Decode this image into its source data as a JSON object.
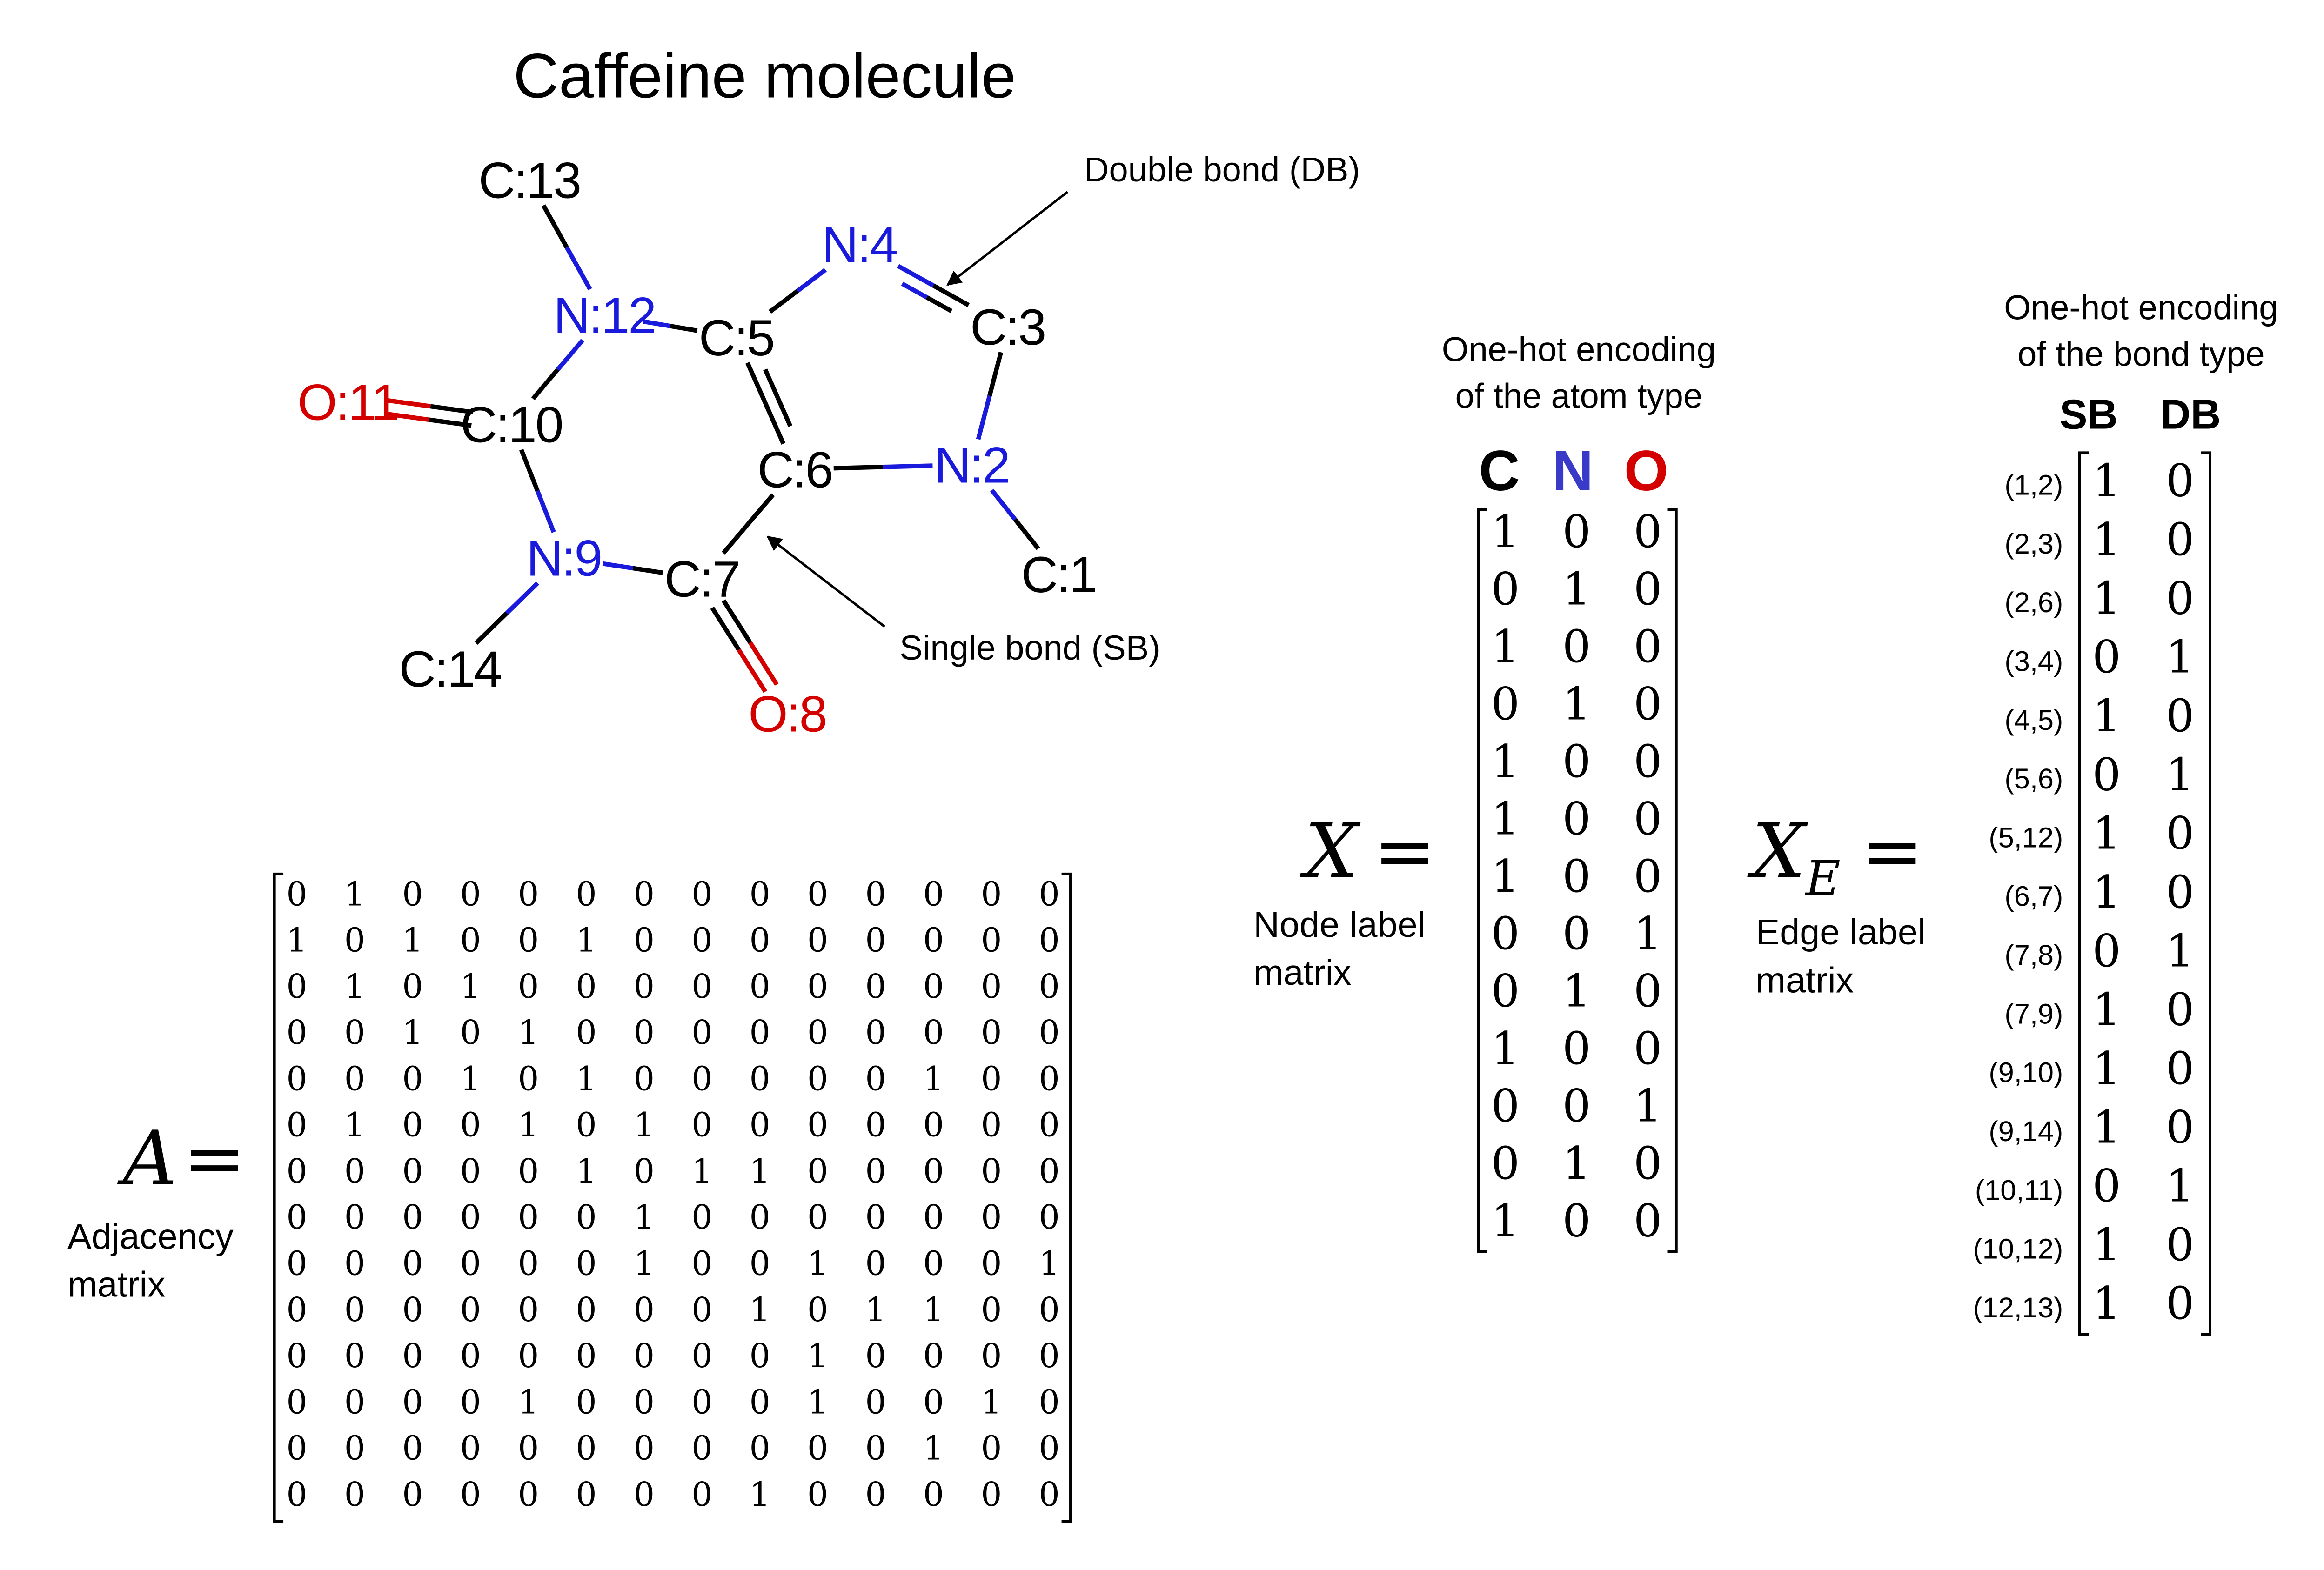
{
  "title": "Caffeine molecule",
  "colors": {
    "carbon": "#000000",
    "nitrogen": "#1a1adc",
    "oxygen": "#d40000",
    "node_header_n": "#3a3ac8"
  },
  "molecule": {
    "atoms": [
      {
        "id": 1,
        "label": "C:1",
        "element": "C"
      },
      {
        "id": 2,
        "label": "N:2",
        "element": "N"
      },
      {
        "id": 3,
        "label": "C:3",
        "element": "C"
      },
      {
        "id": 4,
        "label": "N:4",
        "element": "N"
      },
      {
        "id": 5,
        "label": "C:5",
        "element": "C"
      },
      {
        "id": 6,
        "label": "C:6",
        "element": "C"
      },
      {
        "id": 7,
        "label": "C:7",
        "element": "C"
      },
      {
        "id": 8,
        "label": "O:8",
        "element": "O"
      },
      {
        "id": 9,
        "label": "N:9",
        "element": "N"
      },
      {
        "id": 10,
        "label": "C:10",
        "element": "C"
      },
      {
        "id": 11,
        "label": "O:11",
        "element": "O"
      },
      {
        "id": 12,
        "label": "N:12",
        "element": "N"
      },
      {
        "id": 13,
        "label": "C:13",
        "element": "C"
      },
      {
        "id": 14,
        "label": "C:14",
        "element": "C"
      }
    ],
    "bonds": [
      {
        "a": 1,
        "b": 2,
        "type": "SB"
      },
      {
        "a": 2,
        "b": 3,
        "type": "SB"
      },
      {
        "a": 2,
        "b": 6,
        "type": "SB"
      },
      {
        "a": 3,
        "b": 4,
        "type": "DB"
      },
      {
        "a": 4,
        "b": 5,
        "type": "SB"
      },
      {
        "a": 5,
        "b": 6,
        "type": "DB"
      },
      {
        "a": 5,
        "b": 12,
        "type": "SB"
      },
      {
        "a": 6,
        "b": 7,
        "type": "SB"
      },
      {
        "a": 7,
        "b": 8,
        "type": "DB"
      },
      {
        "a": 7,
        "b": 9,
        "type": "SB"
      },
      {
        "a": 9,
        "b": 10,
        "type": "SB"
      },
      {
        "a": 9,
        "b": 14,
        "type": "SB"
      },
      {
        "a": 10,
        "b": 11,
        "type": "DB"
      },
      {
        "a": 10,
        "b": 12,
        "type": "SB"
      },
      {
        "a": 12,
        "b": 13,
        "type": "SB"
      }
    ],
    "annotations": {
      "double_bond": "Double bond (DB)",
      "single_bond": "Single bond (SB)"
    }
  },
  "adjacency": {
    "symbol": "A",
    "equals": "=",
    "caption_line1": "Adjacency",
    "caption_line2": "matrix",
    "rows": [
      "0 1 0 0 0 0 0 0 0 0 0 0 0 0",
      "1 0 1 0 0 1 0 0 0 0 0 0 0 0",
      "0 1 0 1 0 0 0 0 0 0 0 0 0 0",
      "0 0 1 0 1 0 0 0 0 0 0 0 0 0",
      "0 0 0 1 0 1 0 0 0 0 0 1 0 0",
      "0 1 0 0 1 0 1 0 0 0 0 0 0 0",
      "0 0 0 0 0 1 0 1 1 0 0 0 0 0",
      "0 0 0 0 0 0 1 0 0 0 0 0 0 0",
      "0 0 0 0 0 0 1 0 0 1 0 0 0 1",
      "0 0 0 0 0 0 0 0 1 0 1 1 0 0",
      "0 0 0 0 0 0 0 0 0 1 0 0 0 0",
      "0 0 0 0 1 0 0 0 0 1 0 0 1 0",
      "0 0 0 0 0 0 0 0 0 0 0 1 0 0",
      "0 0 0 0 0 0 0 0 1 0 0 0 0 0"
    ]
  },
  "node_labels": {
    "header_line1": "One-hot encoding",
    "header_line2": "of the atom type",
    "columns": [
      "C",
      "N",
      "O"
    ],
    "symbol": "X",
    "equals": "=",
    "caption_line1": "Node label",
    "caption_line2": "matrix",
    "rows": [
      "1 0 0",
      "0 1 0",
      "1 0 0",
      "0 1 0",
      "1 0 0",
      "1 0 0",
      "1 0 0",
      "0 0 1",
      "0 1 0",
      "1 0 0",
      "0 0 1",
      "0 1 0",
      "1 0 0"
    ]
  },
  "edge_labels": {
    "header_line1": "One-hot encoding",
    "header_line2": "of the bond type",
    "columns": [
      "SB",
      "DB"
    ],
    "symbol": "X",
    "subscript": "E",
    "equals": "=",
    "caption_line1": "Edge label",
    "caption_line2": "matrix",
    "row_labels": [
      "(1,2)",
      "(2,3)",
      "(2,6)",
      "(3,4)",
      "(4,5)",
      "(5,6)",
      "(5,12)",
      "(6,7)",
      "(7,8)",
      "(7,9)",
      "(9,10)",
      "(9,14)",
      "(10,11)",
      "(10,12)",
      "(12,13)"
    ],
    "rows": [
      "1 0",
      "1 0",
      "1 0",
      "0 1",
      "1 0",
      "0 1",
      "1 0",
      "1 0",
      "0 1",
      "1 0",
      "1 0",
      "1 0",
      "0 1",
      "1 0",
      "1 0"
    ]
  }
}
